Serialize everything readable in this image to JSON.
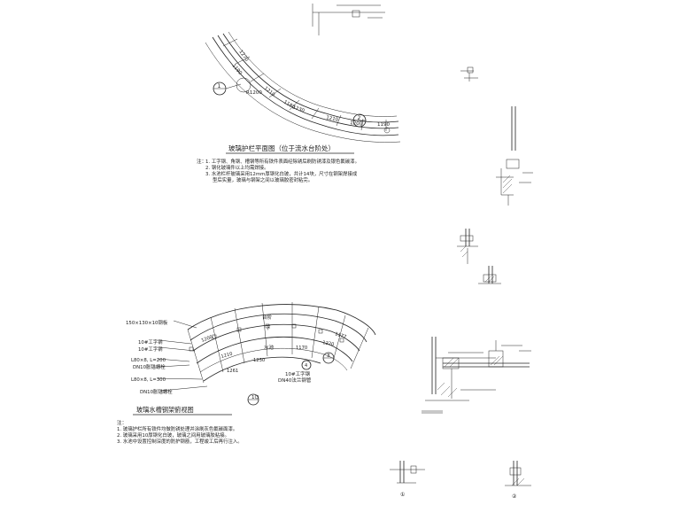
{
  "plan_title": "玻璃护栏平面图（位于流水台阶处）",
  "plan_notes": {
    "prefix": "注：",
    "lines": [
      "1. 工字钢、角钢、槽钢等所有铁件表面经除锈后刷防锈漆及银色氟碳漆。",
      "2. 钢化玻璃件以上均需焊接。",
      "3. 水池栏杆玻璃采用12mm厚钢化白玻，共计14块，尺寸在钢架焊接成",
      "型后实量，玻璃与钢架之间以玻璃胶密封粘完。"
    ]
  },
  "plan_dims": [
    "1270",
    "1190",
    "1210",
    "1180",
    "1210",
    "1200",
    "1230",
    "1190",
    "R1200"
  ],
  "frame_title": "玻璃水槽钢架俯视图",
  "frame_notes": {
    "prefix": "注：",
    "lines": [
      "1. 玻璃护栏所有铁件均做防锈处理并涂刷灰色氟碳面漆。",
      "2. 玻璃采用10厚钢化白玻，玻璃之间用玻璃胶粘接。",
      "3. 水池中设置控制深度的防护钢筋，工程竣工后再行注入。"
    ]
  },
  "frame_labels": [
    "150×130×10钢板",
    "10#工字钢",
    "10#工字钢",
    "L80×8, L=200",
    "DN10胀锚螺栓",
    "L80×8, L=300",
    "DN10胀锚螺栓"
  ],
  "frame_inner_labels": [
    "水池",
    "下",
    "台阶",
    "10#工字钢",
    "DN40法兰钢管",
    "1200",
    "1210",
    "1261",
    "1230",
    "1177",
    "1220",
    "1170"
  ],
  "callouts": [
    "1",
    "2",
    "3",
    "4"
  ],
  "detail_small": [
    "①",
    "②"
  ],
  "colors": {
    "line": "#222222",
    "background": "#ffffff"
  }
}
